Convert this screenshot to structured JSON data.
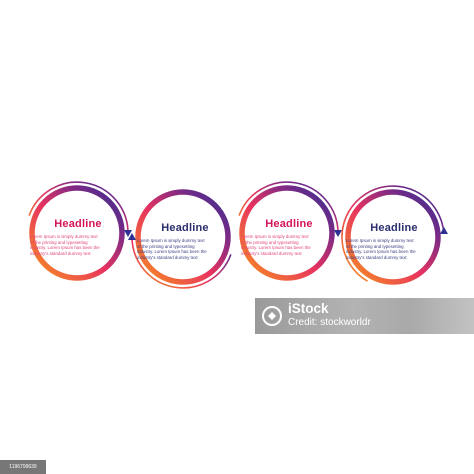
{
  "colors": {
    "orange": "#f7941d",
    "pink": "#e32a6a",
    "navy": "#2e3192",
    "headline_pink": "#d4145a",
    "headline_navy": "#2b2e6d",
    "body_pink": "#e0457b",
    "body_navy": "#3a3d82"
  },
  "steps": [
    {
      "headline": "Headline",
      "body": [
        "Lorem Ipsum is simply dummy text",
        "of the printing and typesetting",
        "industry. Lorem Ipsum has been the",
        "industry's standard dummy text"
      ],
      "style": "pink",
      "arrow": "down-right"
    },
    {
      "headline": "Headline",
      "body": [
        "Lorem Ipsum is simply dummy text",
        "of the printing and typesetting",
        "industry. Lorem Ipsum has been the",
        "industry's standard dummy text"
      ],
      "style": "navy",
      "arrow": "up-left"
    },
    {
      "headline": "Headline",
      "body": [
        "Lorem Ipsum is simply dummy text",
        "of the printing and typesetting",
        "industry. Lorem Ipsum has been the",
        "industry's standard dummy text"
      ],
      "style": "pink",
      "arrow": "down-right"
    },
    {
      "headline": "Headline",
      "body": [
        "Lorem Ipsum is simply dummy text",
        "of the printing and typesetting",
        "industry. Lorem Ipsum has been the",
        "industry's standard dummy text"
      ],
      "style": "navy",
      "arrow": "up-right"
    }
  ],
  "watermark": {
    "logo": "iStock",
    "credit": "Credit: stockworldr"
  },
  "stock_id": "1196799639"
}
